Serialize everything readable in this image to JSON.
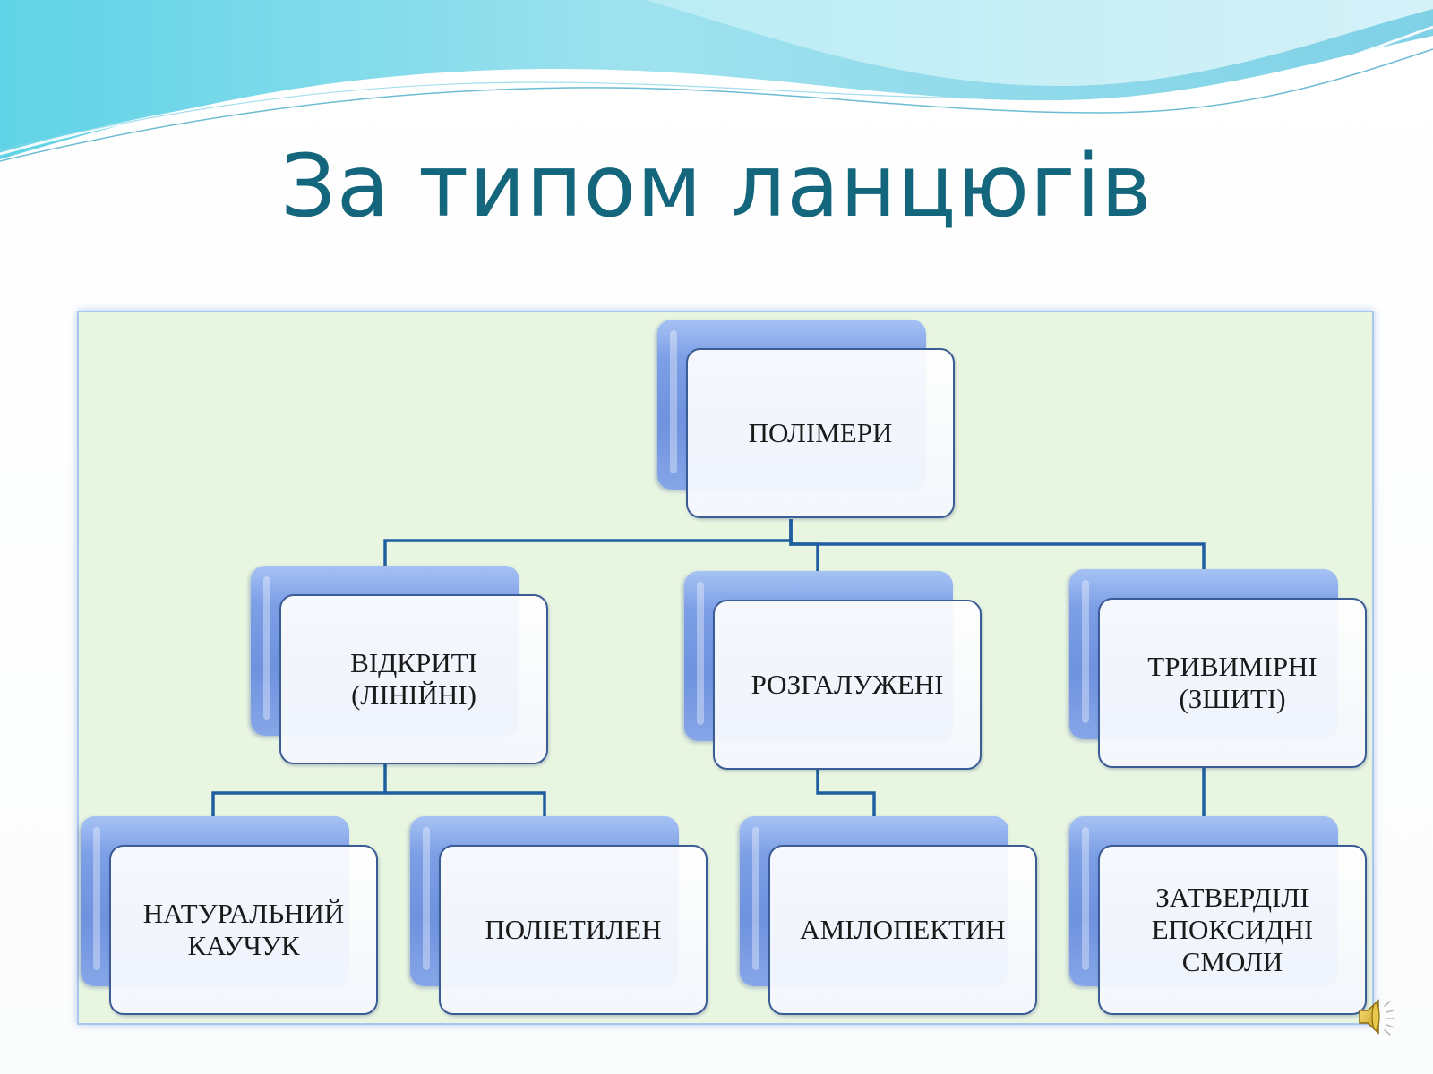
{
  "slide": {
    "title": "За типом ланцюгів"
  },
  "diagram": {
    "root": {
      "label": "ПОЛІМЕРИ"
    },
    "level2": [
      {
        "key": "open",
        "label": "ВІДКРИТІ\n(ЛІНІЙНІ)"
      },
      {
        "key": "branched",
        "label": "РОЗГАЛУЖЕНІ"
      },
      {
        "key": "crosslinked",
        "label": "ТРИВИМІРНІ\n(ЗШИТІ)"
      }
    ],
    "level3": [
      {
        "key": "natural-rubber",
        "label": "НАТУРАЛЬНИЙ\nКАУЧУК"
      },
      {
        "key": "polyethylene",
        "label": "ПОЛІЕТИЛЕН"
      },
      {
        "key": "amylopectin",
        "label": "АМІЛОПЕКТИН"
      },
      {
        "key": "epoxy",
        "label": "ЗАТВЕРДІЛІ\nЕПОКСИДНІ\nСМОЛИ"
      }
    ]
  },
  "colors": {
    "title": "#13667c",
    "panel_background": "#e8f5e1",
    "connector": "#1f5fa0",
    "node_back": "#7d9fe6",
    "node_border": "#3c5c95"
  },
  "icons": {
    "audio": "speaker-icon"
  }
}
